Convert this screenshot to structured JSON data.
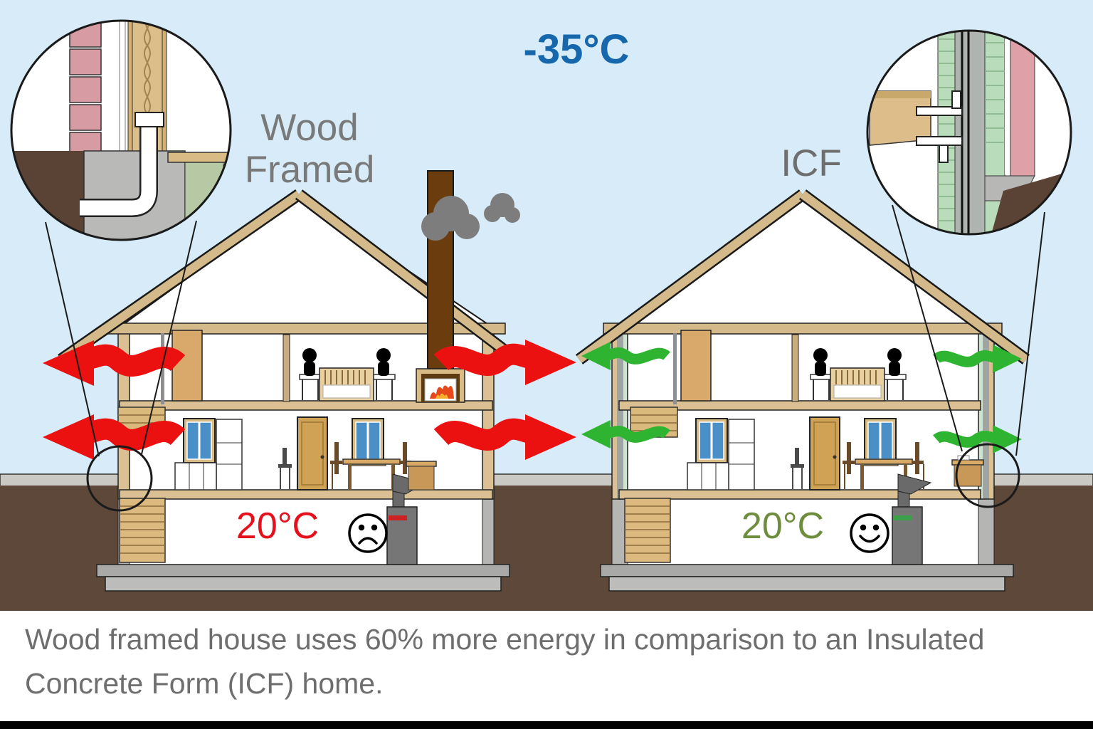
{
  "outside": {
    "temperature": "-35°C"
  },
  "houses": {
    "wood": {
      "label_line1": "Wood",
      "label_line2": "Framed",
      "basement_temperature": "20°C",
      "mood": "sad",
      "heat_arrow_color": "#ec1111",
      "temperature_color": "#e60f1c"
    },
    "icf": {
      "label": "ICF",
      "basement_temperature": "20°C",
      "mood": "happy",
      "heat_arrow_color": "#2eb430",
      "temperature_color": "#6e8e3e"
    }
  },
  "caption": {
    "text": "Wood framed house uses 60% more energy in comparison to an Insulated Concrete Form (ICF) home."
  },
  "colors": {
    "sky": "#d7ecf8",
    "soil": "#5d4839",
    "sidewalk": "#cbc9c4",
    "roof_wood": "#d4ba8b",
    "wall_tan": "#dac092",
    "chimney_brown": "#6b3d0e",
    "outside_temp_text": "#1667ac",
    "label_text": "#797979",
    "caption_text": "#6e6e6e"
  },
  "icons": {
    "smoke": "smoke-puffs",
    "sad_face": "sad-face",
    "happy_face": "happy-face",
    "red_arrows": "heat-loss-arrow",
    "green_arrows": "low-heat-loss-arrow",
    "callout_left": "wood-wall-detail-magnifier",
    "callout_right": "icf-wall-detail-magnifier"
  }
}
